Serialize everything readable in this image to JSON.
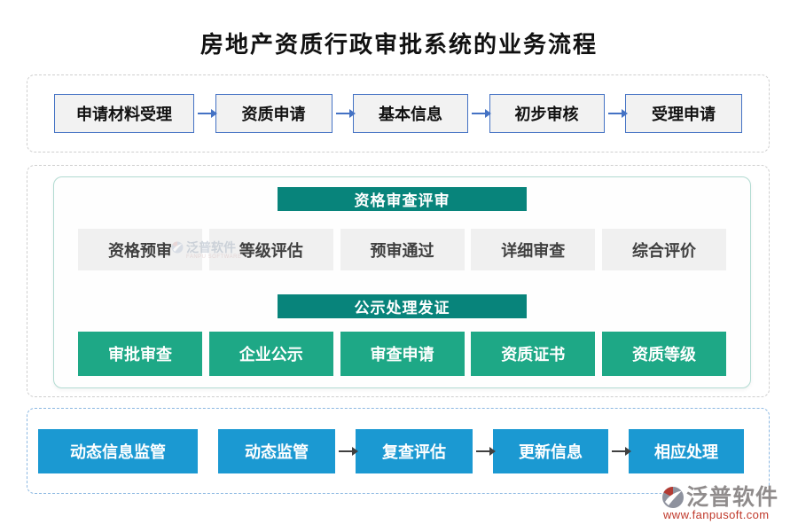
{
  "title": "房地产资质行政审批系统的业务流程",
  "flow_top": {
    "items": [
      "申请材料受理",
      "资质申请",
      "基本信息",
      "初步审核",
      "受理申请"
    ]
  },
  "review_section": {
    "header": "资格审查评审",
    "items": [
      "资格预审",
      "等级评估",
      "预审通过",
      "详细审查",
      "综合评价"
    ]
  },
  "publish_section": {
    "header": "公示处理发证",
    "items": [
      "审批审查",
      "企业公示",
      "审查申请",
      "资质证书",
      "资质等级"
    ]
  },
  "flow_bottom": {
    "items": [
      "动态信息监管",
      "动态监管",
      "复查评估",
      "更新信息",
      "相应处理"
    ]
  },
  "watermark": {
    "brand": "泛普软件",
    "brand_sub": "FANPU SOFTWARE"
  },
  "logo": {
    "brand": "泛普软件",
    "url": "www.fanpusoft.com"
  },
  "colors": {
    "step_border_blue": "#4472c4",
    "teal_header": "#08847b",
    "green_step": "#1ea886",
    "blue_step": "#1b99d2",
    "arrow_dark": "#404040",
    "url_red": "#c0392b"
  }
}
